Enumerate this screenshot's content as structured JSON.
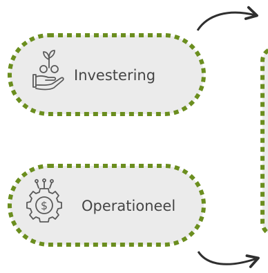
{
  "nodes": [
    {
      "id": "investering",
      "label": "Investering",
      "icon": "plant-money-hand-icon"
    },
    {
      "id": "operationeel",
      "label": "Operationeel",
      "icon": "gear-dollar-icon"
    }
  ],
  "colors": {
    "dash_border": "#6b8e1f",
    "pill_fill": "#ebebeb",
    "text": "#454545",
    "icon_stroke": "#5a5a5a",
    "arrow": "#2f2f2f"
  }
}
